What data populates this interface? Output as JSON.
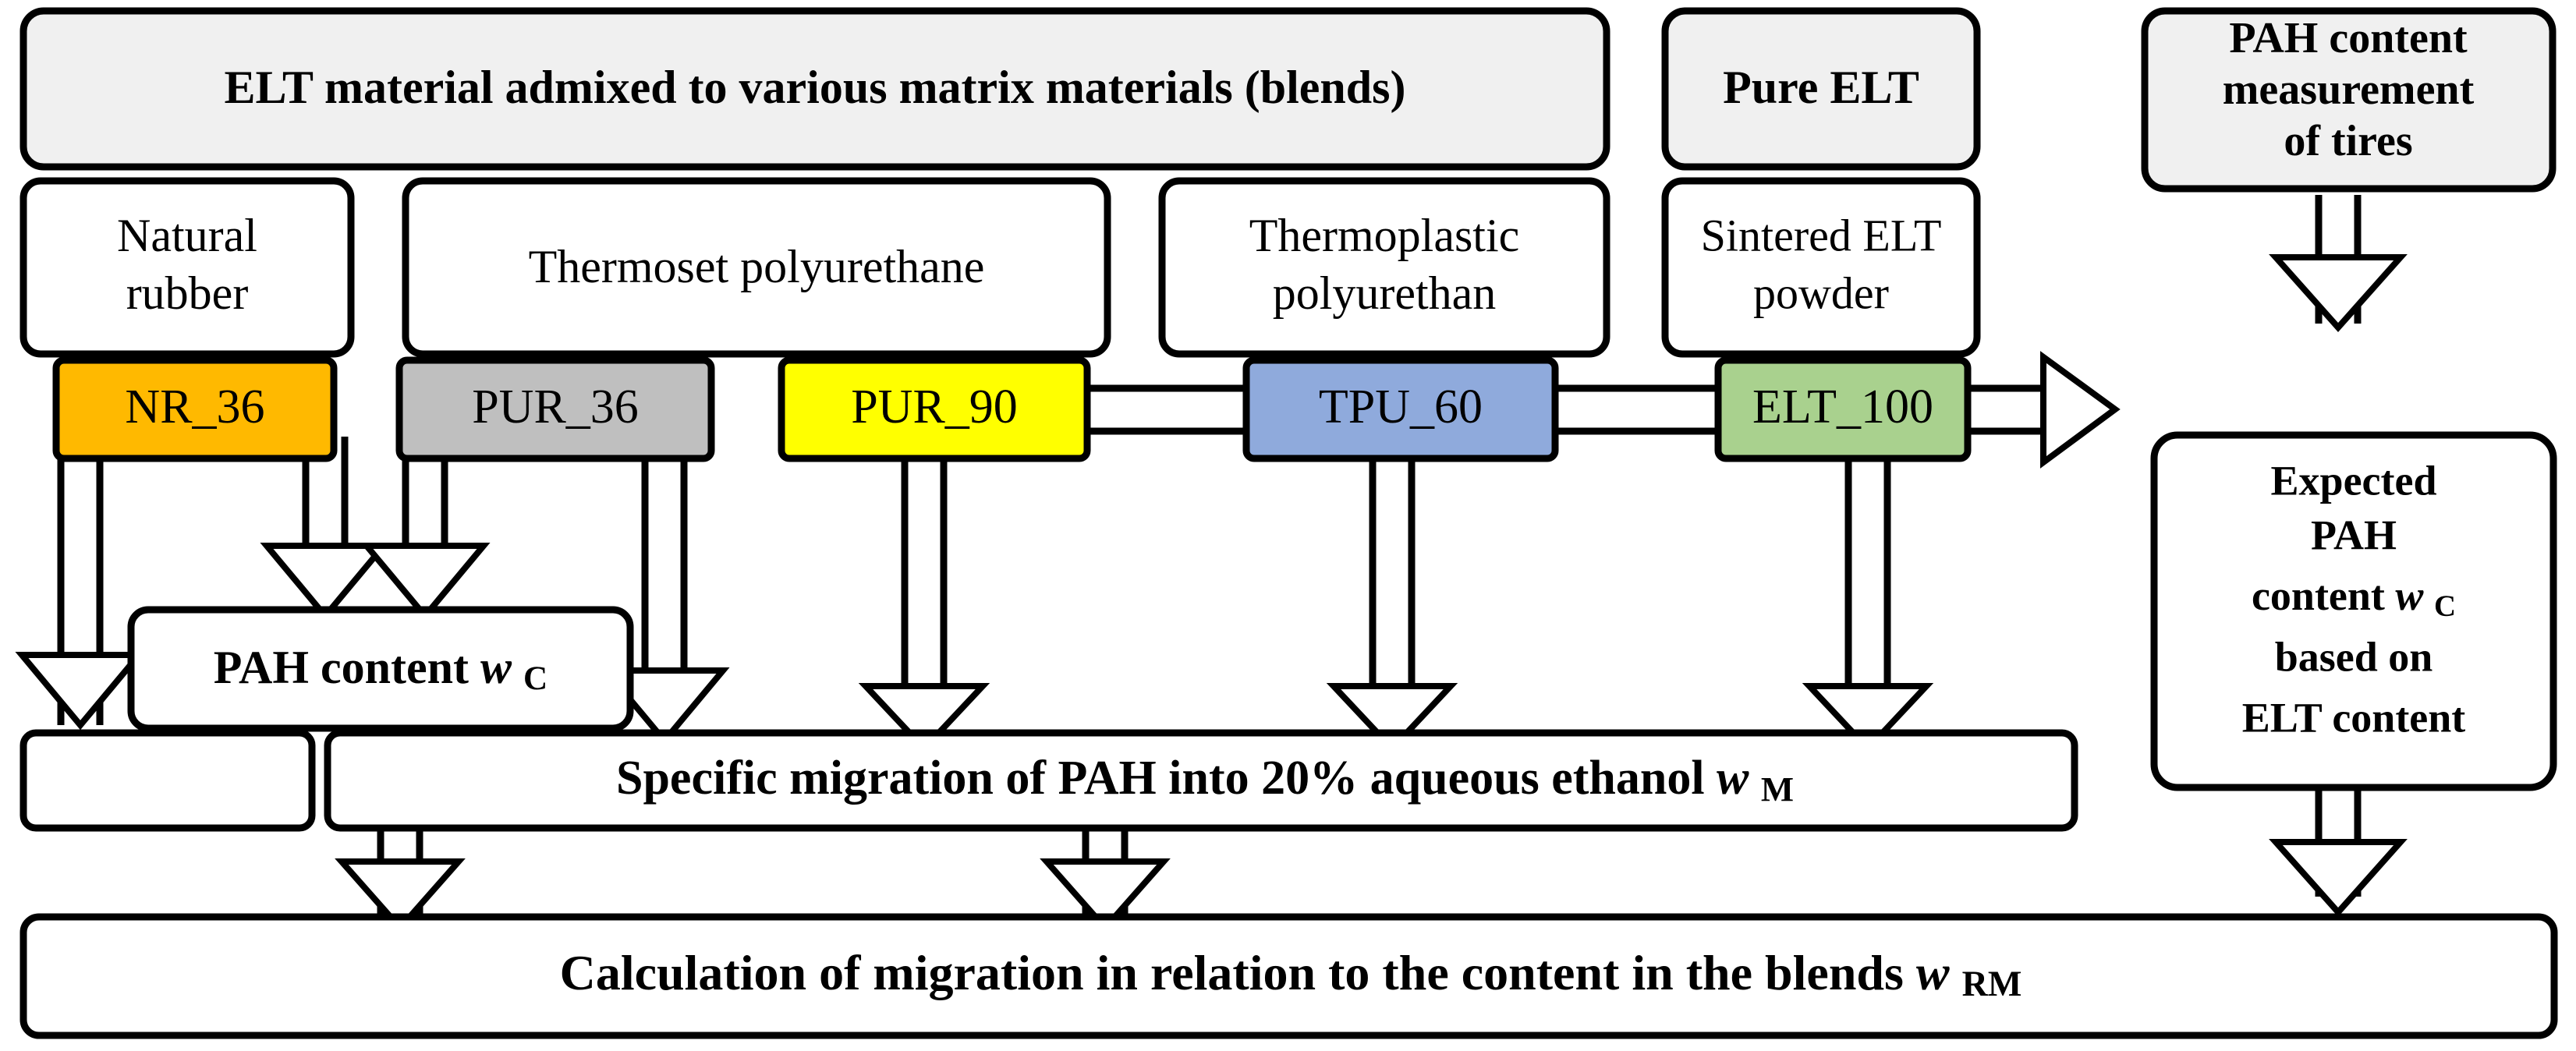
{
  "diagram": {
    "title": "PAH migration study flow chart",
    "colors": {
      "header_fill": "#f0f0f0",
      "nr_36": "#FFB900",
      "pur_36": "#BFBFBF",
      "pur_90": "#FFFF00",
      "tpu_60": "#8FAADC",
      "elt_100": "#A9D18E",
      "plain_fill": "#FFFFFF",
      "stroke": "#000000"
    },
    "headers": [
      {
        "id": "blends",
        "label": "ELT material admixed to various matrix materials (blends)"
      },
      {
        "id": "pure-elt",
        "label": "Pure ELT"
      },
      {
        "id": "pah-measurement",
        "label": "PAH content measurement of tires",
        "line1": "PAH content",
        "line2": "measurement",
        "line3": "of tires"
      }
    ],
    "matrices": [
      {
        "id": "natural-rubber",
        "line1": "Natural",
        "line2": "rubber"
      },
      {
        "id": "thermoset-pur",
        "line1": "Thermoset polyurethane",
        "line2": ""
      },
      {
        "id": "thermoplastic-pur",
        "line1": "Thermoplastic",
        "line2": "polyurethan"
      },
      {
        "id": "sintered-elt",
        "line1": "Sintered ELT",
        "line2": "powder"
      }
    ],
    "samples": [
      {
        "id": "nr-36",
        "label": "NR_36",
        "color": "#FFB900"
      },
      {
        "id": "pur-36",
        "label": "PUR_36",
        "color": "#BFBFBF"
      },
      {
        "id": "pur-90",
        "label": "PUR_90",
        "color": "#FFFF00"
      },
      {
        "id": "tpu-60",
        "label": "TPU_60",
        "color": "#8FAADC"
      },
      {
        "id": "elt-100",
        "label": "ELT_100",
        "color": "#A9D18E"
      }
    ],
    "processes": {
      "pah_content": {
        "text": "PAH content",
        "symbol": "w",
        "subscript": "C"
      },
      "expected_pah": {
        "line1": "Expected",
        "line2": "PAH",
        "line3": "content",
        "line3_symbol": "w",
        "line3_subscript": "C",
        "line4": "based on",
        "line5": "ELT content"
      },
      "specific_migration": {
        "text": "Specific migration of PAH into 20% aqueous ethanol",
        "symbol": "w",
        "subscript": "M"
      },
      "calculation": {
        "text": "Calculation of migration in relation to the content in the blends",
        "symbol": "w",
        "subscript": "RM"
      }
    }
  }
}
